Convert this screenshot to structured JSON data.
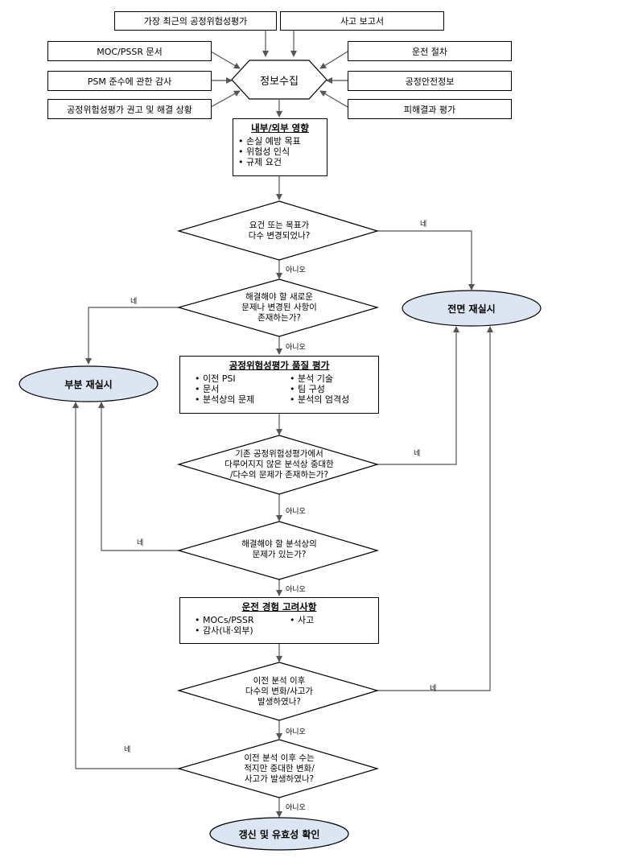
{
  "inputs": {
    "top_left": "가장 최근의 공정위험성평가",
    "top_right": "사고 보고서",
    "left_1": "MOC/PSSR 문서",
    "left_2": "PSM 준수에 관한 감사",
    "left_3": "공정위험성평가 권고 및 해결 상황",
    "right_1": "운전 절차",
    "right_2": "공정안전정보",
    "right_3": "피해결과 평가"
  },
  "info_collection": "정보수집",
  "influences": {
    "title": "내부/외부 영향",
    "items": [
      "손실 예방 목표",
      "위험성 인식",
      "규제 요건"
    ]
  },
  "decisions": {
    "d1": "요건 또는 목표가\n다수 변경되었나?",
    "d2": "해결해야 할 새로운\n문제나 변경된 사항이\n존재하는가?",
    "d3": "기존 공정위험성평가에서\n다루어지지 않은 분석상 중대한\n/다수의 문제가 존재하는가?",
    "d4": "해결해야 할 분석상의\n문제가 있는가?",
    "d5": "이전 분석 이후\n다수의 변화/사고가\n발생하였나?",
    "d6": "이전 분석 이후 수는\n적지만 중대한 변화/\n사고가 발생하였나?"
  },
  "quality_review": {
    "title": "공정위험성평가 품질 평가",
    "col1": [
      "이전 PSI",
      "문서",
      "분석상의 문제"
    ],
    "col2": [
      "분석 기술",
      "팀 구성",
      "분석의 엄격성"
    ]
  },
  "operating_experience": {
    "title": "운전 경험 고려사항",
    "col1": [
      "MOCs/PSSR",
      "감사(내·외부)"
    ],
    "col2": [
      "사고"
    ]
  },
  "outcomes": {
    "full": "전면 재실시",
    "partial": "부분 재실시",
    "update": "갱신 및 유효성 확인"
  },
  "edge_labels": {
    "yes": "네",
    "no": "아니오"
  },
  "colors": {
    "ellipse_fill": "#dce6f2",
    "line": "#555555"
  }
}
